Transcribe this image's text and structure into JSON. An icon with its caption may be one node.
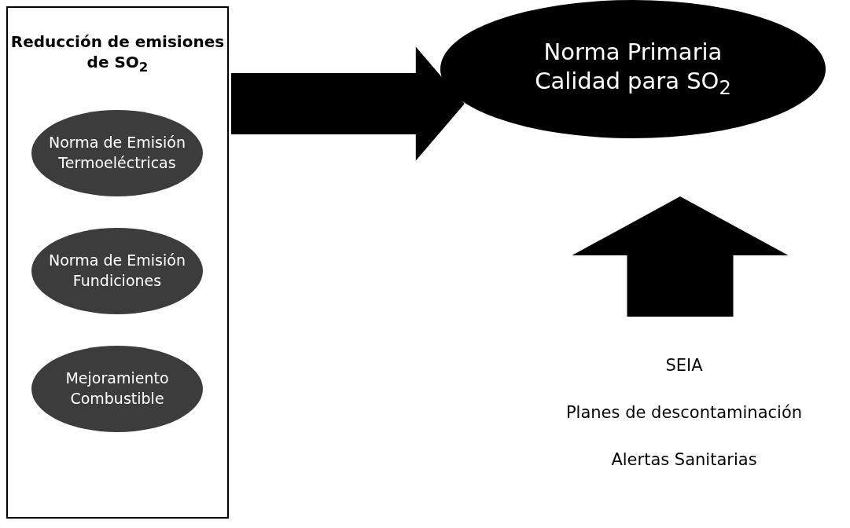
{
  "diagram": {
    "nodes": [
      {
        "text": [
          "Reducción de emisiones de SO$_{2}$"
        ]
      },
      {
        "text": [
          "Norma de Emisión Termoeléctricas"
        ],
        "in": 0
      },
      {
        "text": [
          "Norma de Emisión Fundiciones"
        ],
        "in": 0
      },
      {
        "text": [
          "Mejoramiento Combustible"
        ],
        "in": 0
      },
      {
        "text": [
          "Norma Primaria Calidad para SO$_{2}$"
        ]
      },
      {
        "text": [
          "SEIA",
          "Planes de descontaminación",
          "Alertas Sanitarias"
        ]
      }
    ],
    "edges": [
      {
        "from": 0,
        "to": 4,
        "arrow": "to",
        "style": "thick"
      },
      {
        "from": 5,
        "to": 4,
        "arrow": "to",
        "style": "thick"
      }
    ]
  }
}
